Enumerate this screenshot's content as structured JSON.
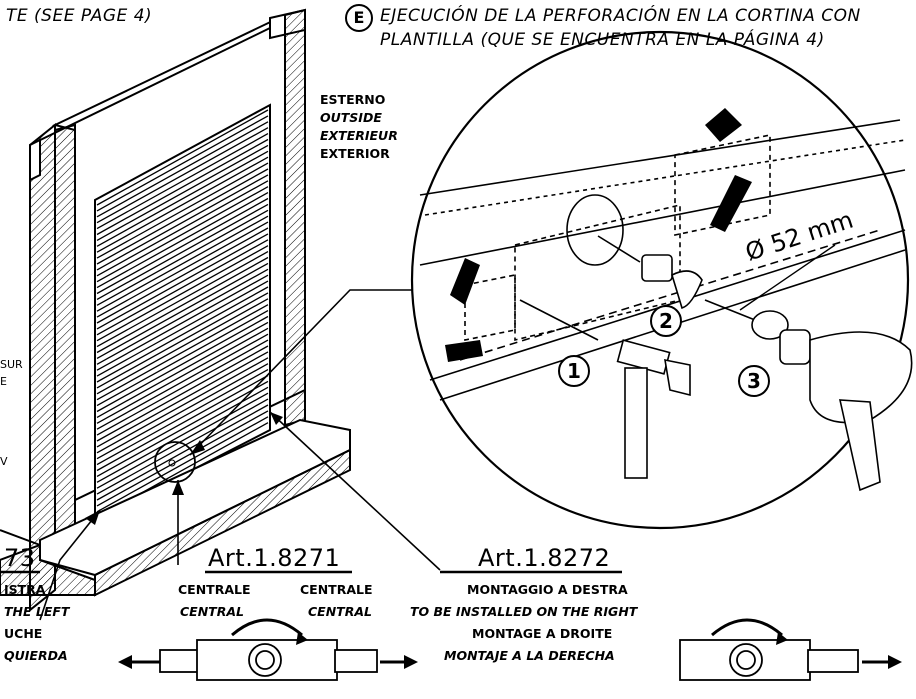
{
  "header": {
    "left_partial": "TE (SEE PAGE 4)",
    "step_letter": "E",
    "line1": "EJECUCIÓN DE LA PERFORACIÓN EN LA CORTINA CON",
    "line2": "PLANTILLA (QUE SE ENCUENTRA EN LA PÁGINA 4)"
  },
  "outside_labels": [
    "ESTERNO",
    "OUTSIDE",
    "EXTERIEUR",
    "EXTERIOR"
  ],
  "left_edge_fragments": [
    "SUR",
    "E",
    "V"
  ],
  "drill": {
    "diameter_label": "Ø 52 mm",
    "steps": [
      "1",
      "2",
      "3"
    ]
  },
  "left_block": {
    "article": "73",
    "lines": [
      "ISTRA",
      "THE LEFT",
      "UCHE",
      "QUIERDA"
    ]
  },
  "center_block": {
    "article": "Art.1.8271",
    "col1": [
      "CENTRALE",
      "CENTRAL"
    ],
    "col2": [
      "CENTRALE",
      "CENTRAL"
    ]
  },
  "right_block": {
    "article": "Art.1.8272",
    "lines": [
      "MONTAGGIO A DESTRA",
      "TO BE INSTALLED ON THE RIGHT",
      "MONTAGE A DROITE",
      "MONTAJE A LA DERECHA"
    ]
  }
}
